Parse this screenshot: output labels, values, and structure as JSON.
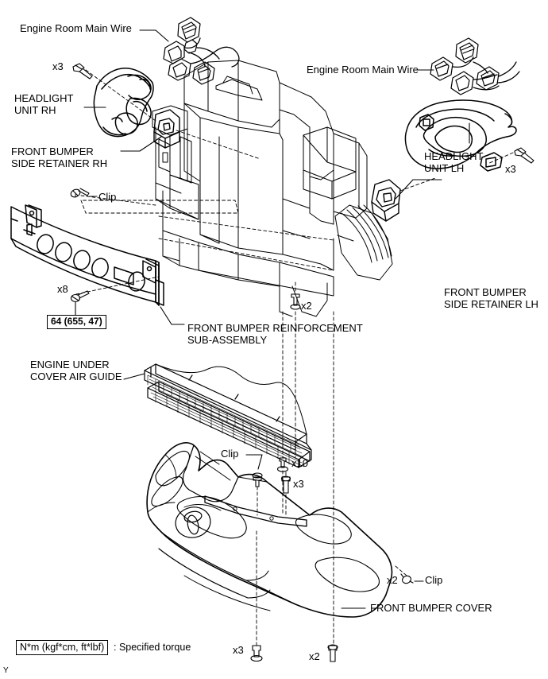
{
  "diagram": {
    "title": "Front Bumper Exploded View",
    "corner_mark": "Y",
    "line_color": "#000000",
    "background": "#ffffff"
  },
  "legend": {
    "box_text": "N*m (kgf*cm, ft*lbf)",
    "separator": ": Specified torque"
  },
  "torque_spec": {
    "value": "64 (655, 47)"
  },
  "labels": {
    "engine_room_main_wire_rh": "Engine Room Main Wire",
    "engine_room_main_wire_lh": "Engine Room Main Wire",
    "headlight_unit_rh": "HEADLIGHT\nUNIT RH",
    "headlight_unit_lh": "HEADLIGHT\nUNIT LH",
    "front_bumper_side_retainer_rh": "FRONT BUMPER\nSIDE RETAINER RH",
    "front_bumper_side_retainer_lh": "FRONT BUMPER\nSIDE RETAINER LH",
    "front_bumper_reinforcement": "FRONT BUMPER REINFORCEMENT\nSUB-ASSEMBLY",
    "engine_under_cover_air_guide": "ENGINE UNDER\nCOVER AIR GUIDE",
    "front_bumper_cover": "FRONT BUMPER COVER",
    "clip_upper": "Clip",
    "clip_mid": "Clip",
    "clip_lower": "Clip"
  },
  "quantities": {
    "headlight_rh_bolts": "x3",
    "headlight_lh_bolts": "x3",
    "reinforcement_bolts": "x8",
    "retainer_lh_bolts": "x2",
    "air_guide_clips": "x10",
    "air_guide_bolts": "x3",
    "cover_clips_right": "x2",
    "cover_bolts_bottom_left": "x3",
    "cover_bolts_bottom_mid": "x2"
  }
}
